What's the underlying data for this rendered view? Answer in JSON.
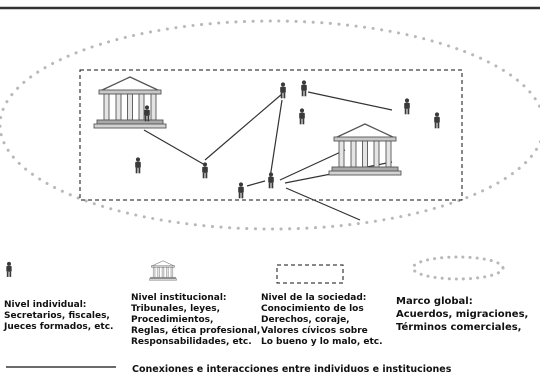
{
  "legend": {
    "individual": [
      "Nivel individual:",
      "Secretarios, fiscales,",
      "Jueces formados, etc."
    ],
    "institutional": [
      "Nivel institucional:",
      "Tribunales, leyes,",
      "Procedimientos,",
      "Reglas, ética profesional,",
      "Responsabilidades, etc."
    ],
    "society": [
      "Nivel de la sociedad:",
      "Conocimiento de los",
      "Derechos, coraje,",
      "Valores cívicos sobre",
      "Lo bueno y lo malo, etc."
    ],
    "global": [
      "Marco global:",
      "Acuerdos, migraciones,",
      "Términos comerciales,"
    ]
  },
  "caption": "Conexiones e interacciones entre individuos e instituciones",
  "colors": {
    "ink": "#3a3a3a",
    "dots": "#b8b8b8",
    "text": "#111111"
  }
}
